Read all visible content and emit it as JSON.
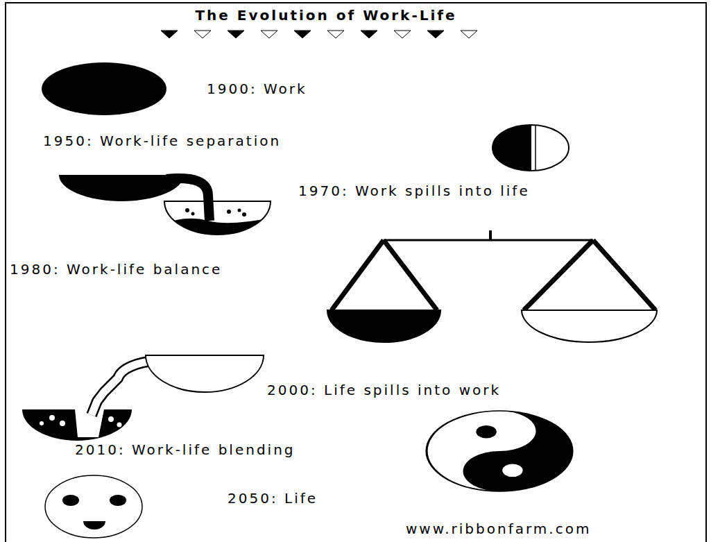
{
  "diagram": {
    "title": "The Evolution of Work-Life",
    "labels": [
      "1900: Work",
      "1950: Work-life separation",
      "1970: Work spills into life",
      "1980: Work-life balance",
      "2000: Life spills into work",
      "2010: Work-life blending",
      "2050: Life",
      "www.ribbonfarm.com"
    ]
  }
}
